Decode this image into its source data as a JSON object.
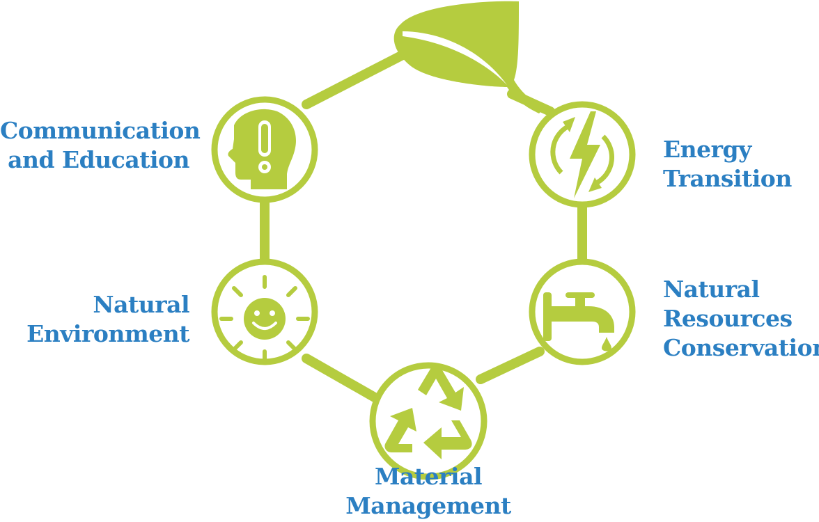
{
  "colors": {
    "green": "#b5cc3f",
    "blue": "#2b7fc2",
    "white": "#ffffff"
  },
  "leaf": {
    "icon": "leaf-icon"
  },
  "nodes": [
    {
      "id": "communication",
      "icon": "head-exclamation-icon",
      "label_lines": [
        "Communication",
        "and Education"
      ]
    },
    {
      "id": "energy",
      "icon": "lightning-cycle-icon",
      "label_lines": [
        "Energy",
        "Transition"
      ]
    },
    {
      "id": "resources",
      "icon": "water-tap-icon",
      "label_lines": [
        "Natural",
        "Resources",
        "Conservation"
      ]
    },
    {
      "id": "material",
      "icon": "recycle-icon",
      "label_lines": [
        "Material",
        "Management"
      ]
    },
    {
      "id": "environment",
      "icon": "smiling-sun-icon",
      "label_lines": [
        "Natural",
        "Environment"
      ]
    }
  ]
}
